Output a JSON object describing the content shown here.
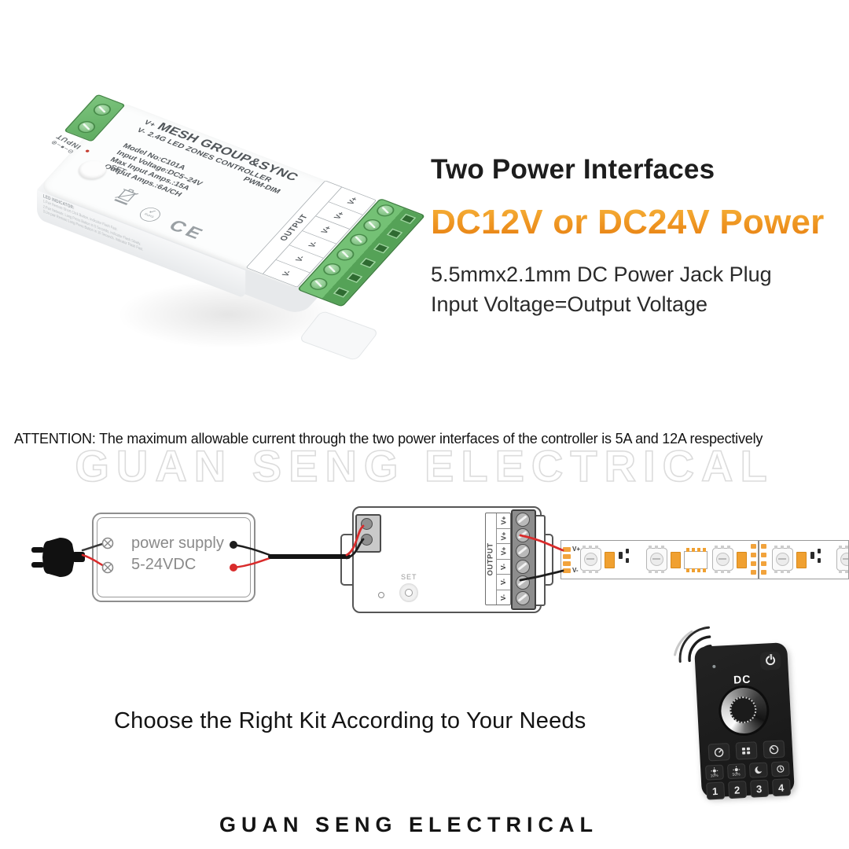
{
  "device": {
    "terminal_top": {
      "plus": "V+",
      "minus": "V-"
    },
    "title": "MESH GROUP&SYNC",
    "subtitle": "2.4G LED ZONES CONTROLLER",
    "dim_type": "PWM-DIM",
    "specs": [
      "Model No:C101A",
      "Input Voltage:DC5~24V",
      "Max Input Amps.:15A",
      "Output Amps.:6A/CH"
    ],
    "set_label": "SET",
    "input_label": "INPUT",
    "output_label": "OUTPUT",
    "output_terminals": [
      "V+",
      "V+",
      "V+",
      "V-",
      "V-",
      "V-"
    ],
    "ce_mark": "CE",
    "rohs_mark": "RoHS",
    "rohs_check": "✓",
    "side_title": "LED INDICATOR:",
    "side_lines": [
      "1.Pair Remote:Short Click Button, Indicator Flash Fast.",
      "2.Pair Network: Long Press Button in 5 Seconds, Indicator Flash Slowly.",
      "3.Un-pair Remote:Long Press Button in 10 Seconds, Indicator Flash Fast."
    ],
    "polarity_symbol": "⊖–●–⊕"
  },
  "headline": {
    "title": "Two Power Interfaces",
    "subtitle": "DC12V or DC24V Power",
    "line1": "5.5mmx2.1mm DC Power Jack Plug",
    "line2": "Input Voltage=Output Voltage",
    "accent_color": "#EE9420"
  },
  "attention": "ATTENTION: The maximum allowable current through the two power interfaces of the controller is 5A and 12A respectively",
  "watermark": "GUAN SENG ELECTRICAL",
  "diagram": {
    "power_supply": {
      "line1": "power supply",
      "line2": "5-24VDC"
    },
    "controller": {
      "set_label": "SET",
      "output_label": "OUTPUT",
      "output_terminals": [
        "V+",
        "V+",
        "V+",
        "V-",
        "V-",
        "V-"
      ]
    },
    "led_strip": {
      "positive": "V+",
      "negative": "V-"
    },
    "wire_colors": {
      "positive": "#D92B2B",
      "negative": "#1D1D1D"
    }
  },
  "remote": {
    "dc_label": "DC",
    "dim_low_label": "10%",
    "dim_high_label": "50%",
    "numbers": [
      "1",
      "2",
      "3",
      "4"
    ]
  },
  "kit_heading": "Choose the Right Kit According to Your Needs",
  "footer": "GUAN SENG ELECTRICAL"
}
